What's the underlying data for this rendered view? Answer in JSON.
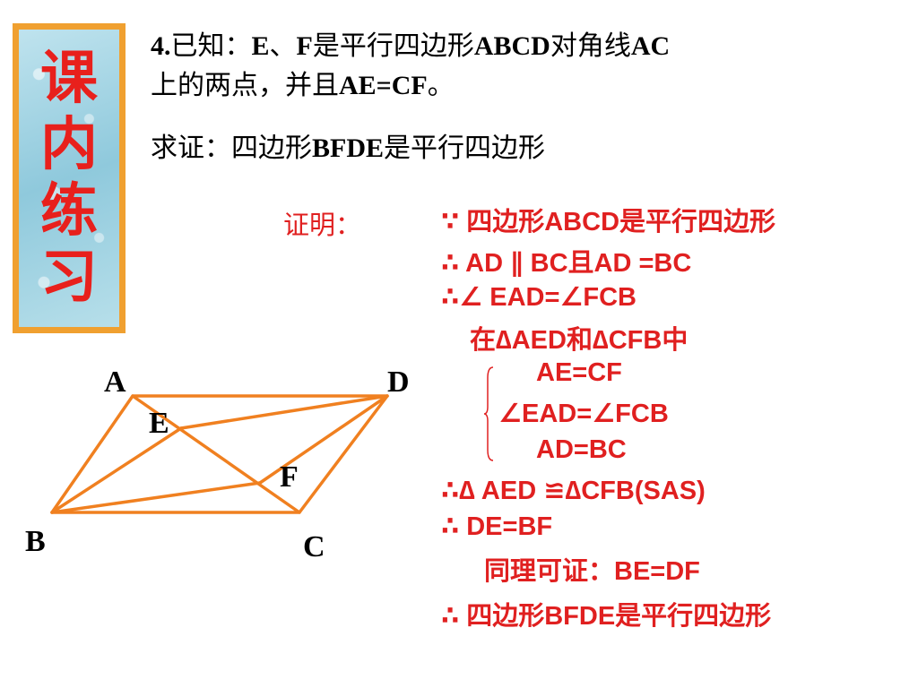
{
  "banner": {
    "chars": [
      "课",
      "内",
      "练",
      "习"
    ]
  },
  "problem": {
    "num": "4.",
    "line1_a": "已知：",
    "line1_b": "E",
    "line1_c": "、",
    "line1_d": "F",
    "line1_e": "是平行四边形",
    "line1_f": "ABCD",
    "line1_g": "对角线",
    "line1_h": "AC",
    "line2_a": "上的两点，并且",
    "line2_b": "AE=CF",
    "line2_c": "。",
    "claim_a": "求证：四边形",
    "claim_b": "BFDE",
    "claim_c": "是平行四边形"
  },
  "figure": {
    "labels": {
      "A": "A",
      "D": "D",
      "B": "B",
      "C": "C",
      "E": "E",
      "F": "F"
    },
    "stroke_color": "#f08020"
  },
  "proof": {
    "title": "证明：",
    "lines": [
      "∵ 四边形ABCD是平行四边形",
      "∴     AD ∥ BC且AD =BC",
      "∴∠ EAD=∠FCB",
      "在∆AED和∆CFB中",
      "AE=CF",
      "∠EAD=∠FCB",
      "AD=BC",
      "∴∆ AED ≌∆CFB(SAS)",
      "∴    DE=BF",
      "同理可证：BE=DF",
      "∴  四边形BFDE是平行四边形"
    ],
    "color": "#e02020"
  }
}
